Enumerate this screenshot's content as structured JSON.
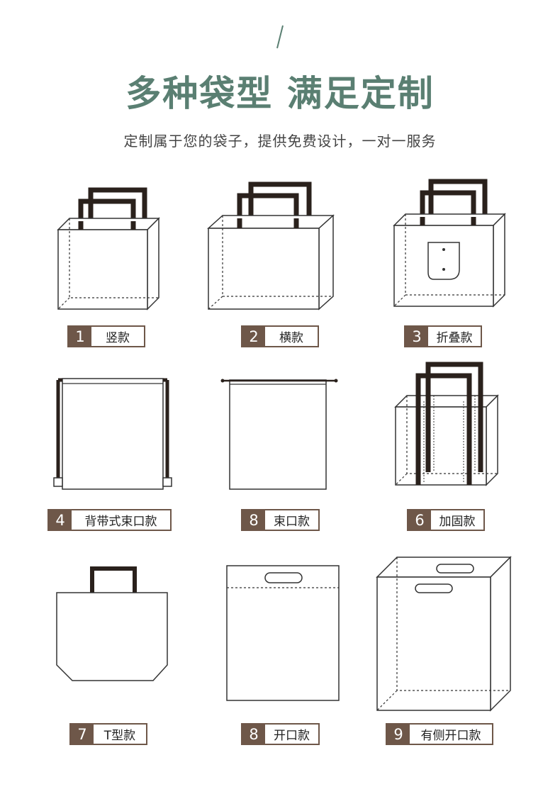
{
  "header": {
    "title": "多种袋型 满足定制",
    "subtitle": "定制属于您的袋子，提供免费设计，一对一服务"
  },
  "colors": {
    "title": "#5a7f72",
    "label_brown": "#6e5749",
    "handle": "#2a211c",
    "outline": "#333333"
  },
  "bag_types": [
    {
      "number": "1",
      "name": "竖款"
    },
    {
      "number": "2",
      "name": "横款"
    },
    {
      "number": "3",
      "name": "折叠款"
    },
    {
      "number": "4",
      "name": "背带式束口款"
    },
    {
      "number": "8",
      "name": "束口款"
    },
    {
      "number": "6",
      "name": "加固款"
    },
    {
      "number": "7",
      "name": "T型款"
    },
    {
      "number": "8",
      "name": "开口款"
    },
    {
      "number": "9",
      "name": "有侧开口款"
    }
  ]
}
